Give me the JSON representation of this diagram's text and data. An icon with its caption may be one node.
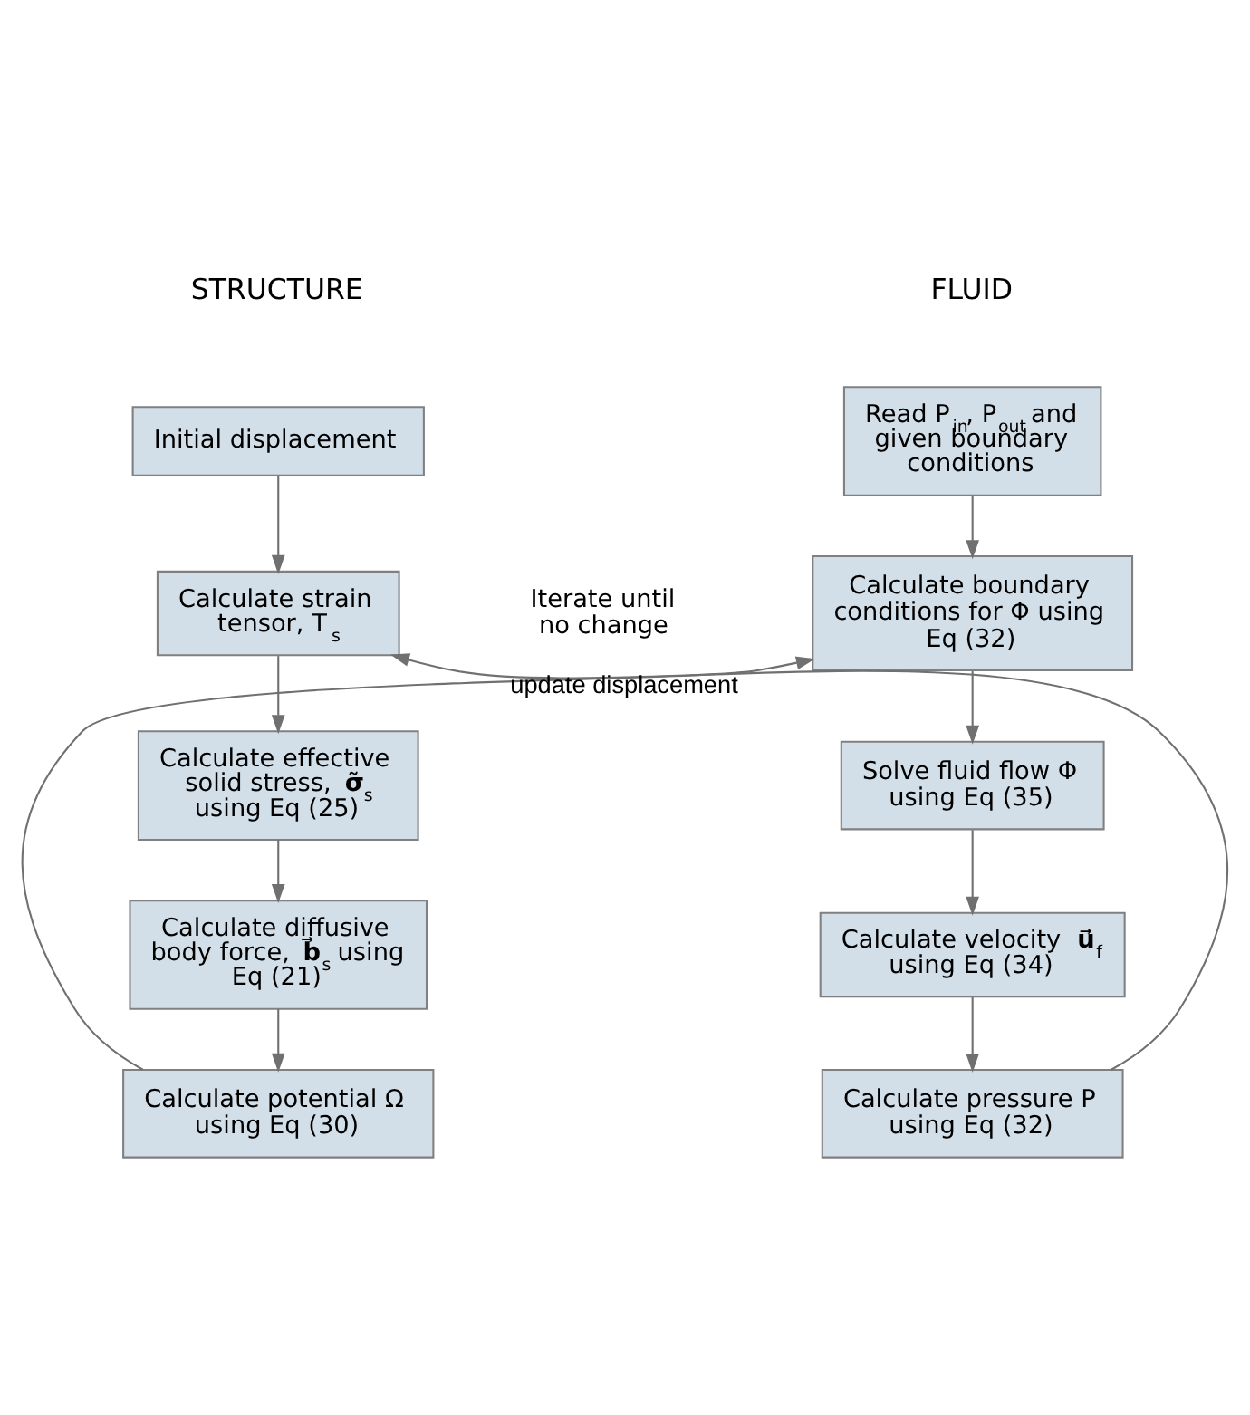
{
  "diagram": {
    "nodes": [
      {
        "text": [
          "Initial displacement"
        ]
      },
      {
        "text": [
          "Calculate strain tensor, T$_{s}$"
        ]
      },
      {
        "text": [
          "Calculate effective solid stress, **σ̃**$_{s}$ using Eq (25)"
        ]
      },
      {
        "text": [
          "Calculate diffusive body force, **b⃗**$_{s}$ using Eq (21)"
        ]
      },
      {
        "text": [
          "Calculate potential Ω using Eq (30)"
        ]
      },
      {
        "text": [
          "Read P$_{in}$, P$_{out}$ and given boundary conditions"
        ]
      },
      {
        "text": [
          "Calculate boundary conditions for Φ using Eq (32)"
        ]
      },
      {
        "text": [
          "Solve fluid flow Φ using Eq (35)"
        ]
      },
      {
        "text": [
          "Calculate velocity **u⃗**$_{f}$ using Eq (34)"
        ]
      },
      {
        "text": [
          "Calculate pressure P using Eq (32)"
        ]
      }
    ],
    "edges": [
      {
        "from": 0,
        "to": 1,
        "arrow": "to"
      },
      {
        "from": 1,
        "to": 2,
        "arrow": "to"
      },
      {
        "from": 2,
        "to": 3,
        "arrow": "to"
      },
      {
        "from": 3,
        "to": 4,
        "arrow": "to"
      },
      {
        "from": 5,
        "to": 6,
        "arrow": "to"
      },
      {
        "from": 6,
        "to": 7,
        "arrow": "to"
      },
      {
        "from": 7,
        "to": 8,
        "arrow": "to"
      },
      {
        "from": 8,
        "to": 9,
        "arrow": "to"
      },
      {
        "from": 4,
        "to": 6,
        "arrow": "to"
      },
      {
        "from": 9,
        "to": 1,
        "arrow": "to",
        "label": "update displacement"
      }
    ],
    "labels": [
      "STRUCTURE",
      "FLUID",
      "Iterate until no change"
    ]
  }
}
